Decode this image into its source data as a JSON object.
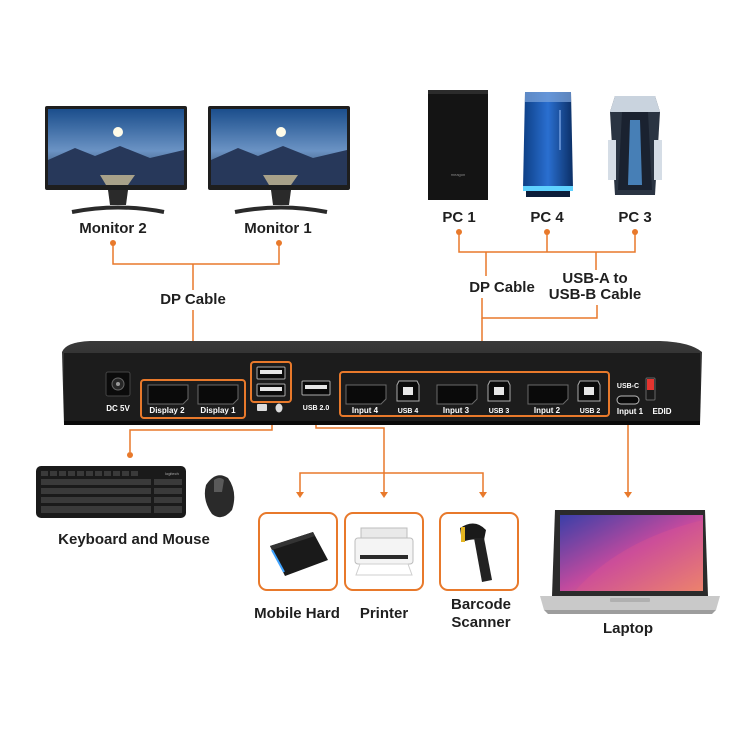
{
  "labels": {
    "monitor2": "Monitor 2",
    "monitor1": "Monitor 1",
    "dp_cable_left": "DP Cable",
    "pc1": "PC 1",
    "pc4": "PC 4",
    "pc3": "PC 3",
    "dp_cable_right": "DP Cable",
    "usb_ab_line1": "USB-A to",
    "usb_ab_line2": "USB-B Cable",
    "keyboard_mouse": "Keyboard and Mouse",
    "mobile_hard": "Mobile Hard",
    "printer": "Printer",
    "barcode_line1": "Barcode",
    "barcode_line2": "Scanner",
    "laptop": "Laptop"
  },
  "ports": {
    "dc": "DC  5V",
    "display2": "Display 2",
    "display1": "Display 1",
    "usb20": "USB 2.0",
    "input4": "Input 4",
    "usb4": "USB 4",
    "input3": "Input 3",
    "usb3": "USB 3",
    "input2": "Input 2",
    "usb2": "USB 2",
    "usbc": "USB-C",
    "input1": "Input 1",
    "edid": "EDID"
  },
  "pc1_brand": "meagon",
  "keyboard_brand": "logitech",
  "colors": {
    "accent": "#E8792B",
    "device": "#1a1a1a",
    "text": "#1f1f1f"
  }
}
